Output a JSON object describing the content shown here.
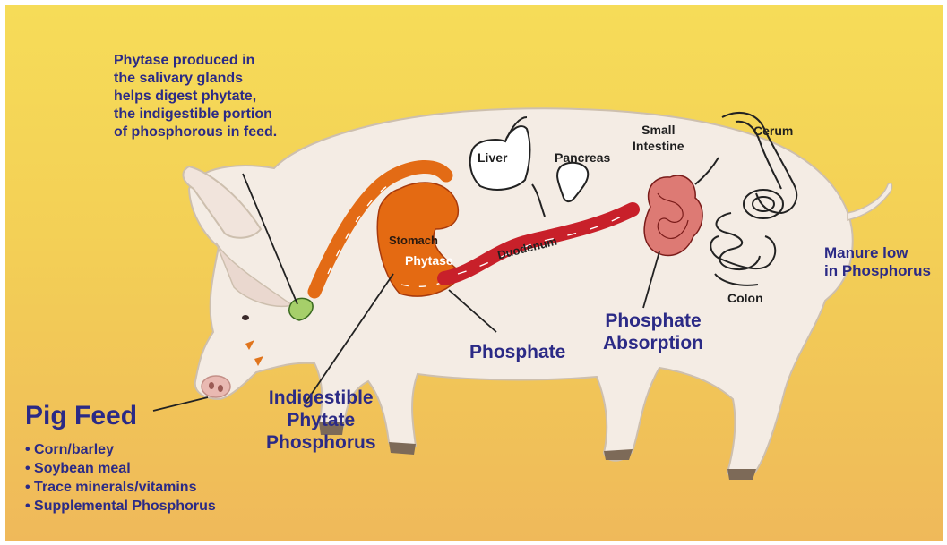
{
  "diagram": {
    "colors": {
      "background_top": "#f6dc58",
      "background_bottom": "#efb95a",
      "label_text": "#2b2a86",
      "pig_body": "#f4ece4",
      "tract_red": "#c8202a",
      "stomach_orange": "#e06a12",
      "salivary_gland": "#a6cf6a"
    },
    "salivary_note": "Phytase produced in\nthe salivary glands\nhelps digest phytate,\nthe indigestible portion\nof phosphorous in feed.",
    "organs": {
      "liver": "Liver",
      "pancreas": "Pancreas",
      "small_intestine": "Small\nIntestine",
      "cerum": "Cerum",
      "colon": "Colon",
      "stomach": "Stomach",
      "phytase": "Phytase",
      "duodenum": "Duodenum"
    },
    "manure": "Manure low\nin Phosphorus",
    "phosphate": "Phosphate",
    "phosphate_absorption": "Phosphate\nAbsorption",
    "indigestible": "Indigestible\nPhytate\nPhosphorus",
    "pig_feed": {
      "title": "Pig Feed",
      "items": [
        "Corn/barley",
        "Soybean meal",
        "Trace minerals/vitamins",
        "Supplemental Phosphorus"
      ]
    }
  }
}
